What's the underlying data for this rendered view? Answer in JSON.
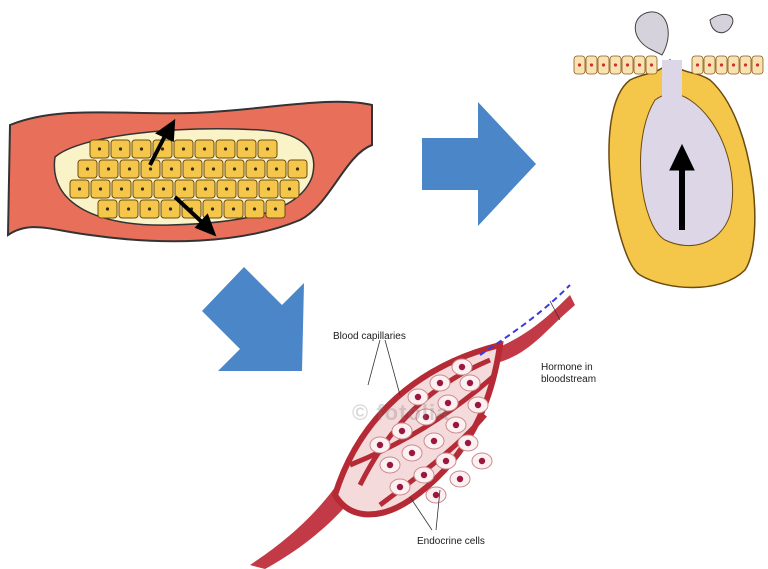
{
  "labels": {
    "blood_capillaries": "Blood capillaries",
    "hormone_in_bloodstream": "Hormone in bloodstream",
    "endocrine_cells": "Endocrine cells"
  },
  "watermark": "© fotolia",
  "colors": {
    "tissue_red": "#e8705a",
    "cell_yellow": "#f4c64a",
    "lumen_cream": "#fbf3c8",
    "arrow_blue": "#4a86c8",
    "vessel_red": "#b52a35",
    "duct_lavender": "#dcd6e6",
    "hormone_blue": "#3a3ae0"
  },
  "icons": {
    "transition_right": "arrow-right-icon",
    "transition_down": "arrow-down-left-icon"
  }
}
